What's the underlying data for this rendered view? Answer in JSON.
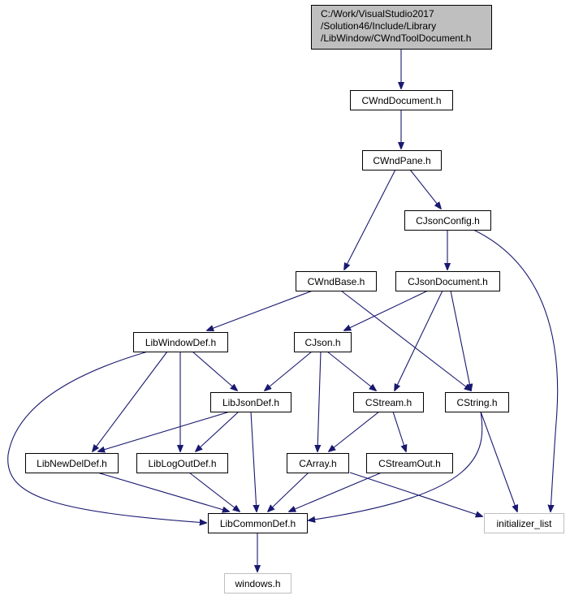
{
  "graph": {
    "nodes": [
      {
        "id": "root",
        "lines": [
          "C:/Work/VisualStudio2017",
          "/Solution46/Include/Library",
          "/LibWindow/CWndToolDocument.h"
        ],
        "style": "root"
      },
      {
        "id": "cwnddocument",
        "lines": [
          "CWndDocument.h"
        ],
        "style": "normal"
      },
      {
        "id": "cwndpane",
        "lines": [
          "CWndPane.h"
        ],
        "style": "normal"
      },
      {
        "id": "cjsonconfig",
        "lines": [
          "CJsonConfig.h"
        ],
        "style": "normal"
      },
      {
        "id": "cwndbase",
        "lines": [
          "CWndBase.h"
        ],
        "style": "normal"
      },
      {
        "id": "cjsondocument",
        "lines": [
          "CJsonDocument.h"
        ],
        "style": "normal"
      },
      {
        "id": "libwindowdef",
        "lines": [
          "LibWindowDef.h"
        ],
        "style": "normal"
      },
      {
        "id": "cjson",
        "lines": [
          "CJson.h"
        ],
        "style": "normal"
      },
      {
        "id": "libjsondef",
        "lines": [
          "LibJsonDef.h"
        ],
        "style": "normal"
      },
      {
        "id": "cstream",
        "lines": [
          "CStream.h"
        ],
        "style": "normal"
      },
      {
        "id": "cstring",
        "lines": [
          "CString.h"
        ],
        "style": "normal"
      },
      {
        "id": "libnewdeldef",
        "lines": [
          "LibNewDelDef.h"
        ],
        "style": "normal"
      },
      {
        "id": "liblogoutdef",
        "lines": [
          "LibLogOutDef.h"
        ],
        "style": "normal"
      },
      {
        "id": "carray",
        "lines": [
          "CArray.h"
        ],
        "style": "normal"
      },
      {
        "id": "cstreamout",
        "lines": [
          "CStreamOut.h"
        ],
        "style": "normal"
      },
      {
        "id": "libcommondef",
        "lines": [
          "LibCommonDef.h"
        ],
        "style": "normal"
      },
      {
        "id": "initializer_list",
        "lines": [
          "initializer_list"
        ],
        "style": "external"
      },
      {
        "id": "windows",
        "lines": [
          "windows.h"
        ],
        "style": "external"
      }
    ],
    "edges": [
      {
        "from": "root",
        "to": "cwnddocument"
      },
      {
        "from": "cwnddocument",
        "to": "cwndpane"
      },
      {
        "from": "cwndpane",
        "to": "cjsonconfig"
      },
      {
        "from": "cwndpane",
        "to": "cwndbase"
      },
      {
        "from": "cjsonconfig",
        "to": "cjsondocument"
      },
      {
        "from": "cjsonconfig",
        "to": "initializer_list"
      },
      {
        "from": "cwndbase",
        "to": "libwindowdef"
      },
      {
        "from": "cwndbase",
        "to": "cstring"
      },
      {
        "from": "cjsondocument",
        "to": "cjson"
      },
      {
        "from": "cjsondocument",
        "to": "cstream"
      },
      {
        "from": "cjsondocument",
        "to": "cstring"
      },
      {
        "from": "libwindowdef",
        "to": "libjsondef"
      },
      {
        "from": "libwindowdef",
        "to": "libnewdeldef"
      },
      {
        "from": "libwindowdef",
        "to": "liblogoutdef"
      },
      {
        "from": "libwindowdef",
        "to": "libcommondef"
      },
      {
        "from": "cjson",
        "to": "libjsondef"
      },
      {
        "from": "cjson",
        "to": "cstream"
      },
      {
        "from": "cjson",
        "to": "carray"
      },
      {
        "from": "libjsondef",
        "to": "libnewdeldef"
      },
      {
        "from": "libjsondef",
        "to": "liblogoutdef"
      },
      {
        "from": "libjsondef",
        "to": "libcommondef"
      },
      {
        "from": "cstream",
        "to": "carray"
      },
      {
        "from": "cstream",
        "to": "cstreamout"
      },
      {
        "from": "cstring",
        "to": "libcommondef"
      },
      {
        "from": "cstring",
        "to": "initializer_list"
      },
      {
        "from": "libnewdeldef",
        "to": "libcommondef"
      },
      {
        "from": "liblogoutdef",
        "to": "libcommondef"
      },
      {
        "from": "carray",
        "to": "libcommondef"
      },
      {
        "from": "carray",
        "to": "initializer_list"
      },
      {
        "from": "cstreamout",
        "to": "libcommondef"
      },
      {
        "from": "libcommondef",
        "to": "windows"
      }
    ],
    "colors": {
      "edge": "#191970",
      "root_fill": "#bfbfbf",
      "root_stroke": "#000000",
      "node_fill": "#ffffff",
      "node_stroke": "#000000",
      "external_stroke": "#bfbfbf"
    }
  }
}
